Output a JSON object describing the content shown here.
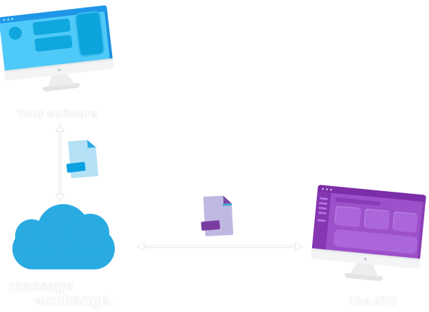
{
  "diagram": {
    "nodes": [
      {
        "id": "your-software",
        "type": "computer-monitor",
        "theme": "blue",
        "label": "Your software"
      },
      {
        "id": "messagexchange-cloud",
        "type": "cloud",
        "theme": "blue",
        "logo": {
          "line1": "message",
          "chevrons": "›››",
          "line2": "xchange."
        }
      },
      {
        "id": "the-ato",
        "type": "computer-monitor",
        "theme": "purple",
        "label": "The ATO"
      }
    ],
    "documents": [
      {
        "id": "document-blue",
        "theme": "blue"
      },
      {
        "id": "document-purple",
        "theme": "purple"
      }
    ],
    "connections": [
      {
        "from": "your-software",
        "to": "messagexchange-cloud",
        "style": "double-arrow",
        "orientation": "vertical"
      },
      {
        "from": "messagexchange-cloud",
        "to": "the-ato",
        "style": "double-arrow",
        "orientation": "horizontal"
      }
    ]
  },
  "colors": {
    "background": "#ffffff",
    "cloud_blue": "#29abe2",
    "monitor_blue_screen": "#4fc9f8",
    "monitor_blue_titlebar": "#1f96e8",
    "monitor_blue_shapes": "#10a7df",
    "monitor_purple_screen": "#9c50c9",
    "monitor_purple_titlebar": "#7b2ea7",
    "monitor_purple_shapes": "#ab66da",
    "doc_blue_paper": "#b5e1f6",
    "doc_blue_band": "#0ca2e2",
    "doc_purple_paper": "#bfb8e2",
    "doc_purple_band": "#7b3ca2",
    "stand_gray": "#ebedef",
    "label_text": "#ffffff",
    "arrow": "#ffffff"
  }
}
